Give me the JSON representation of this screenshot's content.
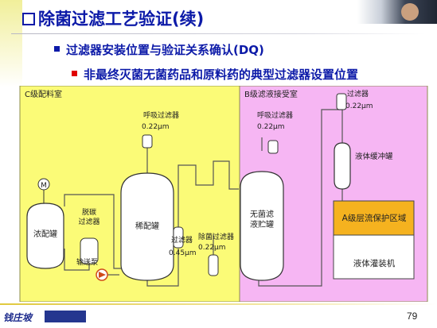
{
  "header": {
    "title": "除菌过滤工艺验证(续)"
  },
  "bullets": {
    "level1": "过滤器安装位置与验证关系确认(DQ)",
    "level2": "非最终灭菌无菌药品和原料药的典型过滤器设置位置"
  },
  "zones": {
    "c_room": "C级配料室",
    "b_room": "B级滤液接受室",
    "a_area": "A级层流保护区域"
  },
  "equipment": {
    "motor": "M",
    "concentrate_tank": "浓配罐",
    "decarbon_filter": "脱碳过滤器",
    "pump": "输送泵",
    "dilute_tank": "稀配罐",
    "vent_filter_c_label": "呼吸过滤器",
    "vent_filter_c_pore": "0.22μm",
    "filter_045_label": "过滤器",
    "filter_045_pore": "0.45μm",
    "sterilizing_filter_label": "除菌过滤器",
    "sterilizing_filter_pore": "0.22μm",
    "vent_filter_b_label": "呼吸过滤器",
    "vent_filter_b_pore": "0.22μm",
    "receiving_tank": "无菌滤液贮罐",
    "top_filter_label": "过滤器",
    "top_filter_pore": "0.22μm",
    "buffer_tank": "液体缓冲罐",
    "filling_machine": "液体灌装机"
  },
  "footer": {
    "company": "钱庄坡",
    "page_number": "79"
  },
  "colors": {
    "title": "#0c1aa8",
    "c_room_fill": "#fbfb77",
    "b_room_fill": "#f6b6f3",
    "a_area_fill": "#f5b21f",
    "bullet_red": "#e00000"
  }
}
